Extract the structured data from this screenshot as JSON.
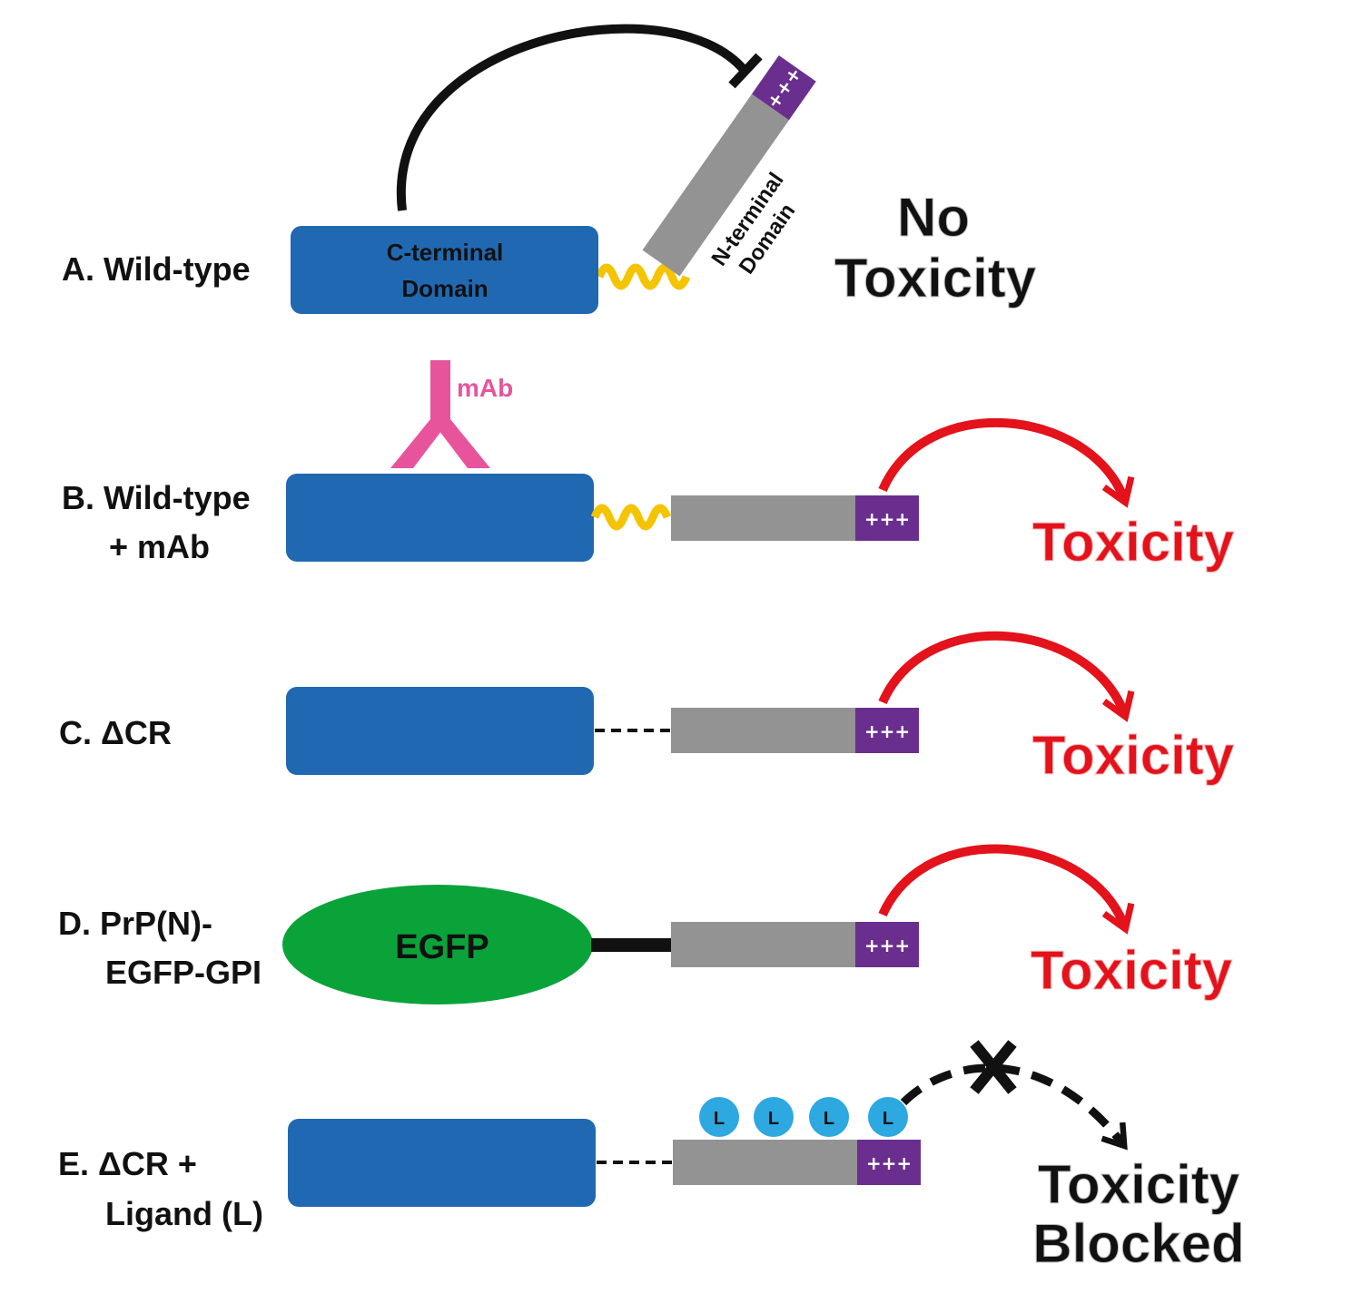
{
  "colors": {
    "c_domain": "#2068b2",
    "n_domain": "#939393",
    "charge": "#6a2f8e",
    "linker": "#f5c400",
    "antibody": "#e8549c",
    "egfp": "#0aa33a",
    "ligand": "#2da8e0",
    "toxic": "#e3121b",
    "inhibit": "#111111"
  },
  "row_a": {
    "label": "A. Wild-type",
    "c_domain_line1": "C-terminal",
    "c_domain_line2": "Domain",
    "n_domain_line1": "N-terminal",
    "n_domain_line2": "Domain",
    "charge": "+++",
    "outcome_line1": "No",
    "outcome_line2": "Toxicity"
  },
  "row_b": {
    "label_line1": "B. Wild-type",
    "label_line2": "+ mAb",
    "antibody": "mAb",
    "charge": "+++",
    "outcome": "Toxicity"
  },
  "row_c": {
    "label": "C. ΔCR",
    "charge": "+++",
    "outcome": "Toxicity"
  },
  "row_d": {
    "label_line1": "D. PrP(N)-",
    "label_line2": "EGFP-GPI",
    "egfp": "EGFP",
    "charge": "+++",
    "outcome": "Toxicity"
  },
  "row_e": {
    "label_line1": "E.  ΔCR +",
    "label_line2": "Ligand (L)",
    "ligands": [
      "L",
      "L",
      "L",
      "L"
    ],
    "charge": "+++",
    "outcome_line1": "Toxicity",
    "outcome_line2": "Blocked"
  }
}
